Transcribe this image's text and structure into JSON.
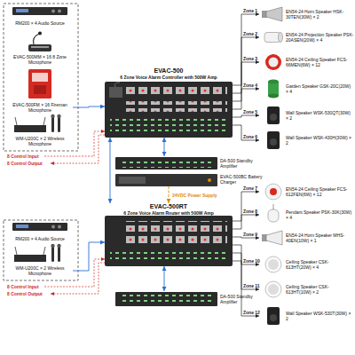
{
  "diagram": {
    "nodes": [
      {
        "text": [
          "RM200 × 4 Audio Source"
        ]
      },
      {
        "text": [
          "EVAC-500MM × 16 8 Zone Microphone"
        ]
      },
      {
        "text": [
          "EVAC-500FM × 16 Fireman Microphone"
        ]
      },
      {
        "text": [
          "WM-U200C × 2 Wireless Microphone"
        ]
      },
      {
        "text": [
          "EVAC-500",
          "6 Zone Voice Alarm Controller with 500W Amp"
        ]
      },
      {
        "text": [
          "EN54-24 Horn Speaker HSK-30TEN(30W) × 2"
        ]
      },
      {
        "text": [
          "EN54-24 Projection Speaker PSK-20ASEN(20W) × 4"
        ]
      },
      {
        "text": [
          "EN54-24 Ceiling Speaker FCS-66MEN(6W) × 12"
        ]
      },
      {
        "text": [
          "Garden Speaker GSK-20C(20W) × 4"
        ]
      },
      {
        "text": [
          "Wall Speaker WSK-530QT(30W) × 2"
        ]
      },
      {
        "text": [
          "Wall Speaker WSK-430H(30W) × 2"
        ]
      },
      {
        "text": [
          "DA-500 Standby Amplifier"
        ]
      },
      {
        "text": [
          "EVAC-500BC Battery Charger"
        ]
      },
      {
        "text": [
          "EVAC-500RT",
          "6 Zone Voice Alarm Router with 500W Amp"
        ]
      },
      {
        "text": [
          "RM200 × 4 Audio Source"
        ]
      },
      {
        "text": [
          "WM-U200C × 2 Wireless Microphone"
        ]
      },
      {
        "text": [
          "DA-500 Standby Amplifier"
        ]
      },
      {
        "text": [
          "EN54-24 Ceiling Speaker FCS-612FEN(6W) × 12"
        ]
      },
      {
        "text": [
          "Pendant Speaker PSK-30K(30W) × 4"
        ]
      },
      {
        "text": [
          "EN54-24 Horn Speaker MHS-40EN(10W) × 1"
        ]
      },
      {
        "text": [
          "Ceiling Speaker CSK-613HT(20W) × 4"
        ]
      },
      {
        "text": [
          "Ceiling Speaker CSK-613HT(10W) × 2"
        ]
      },
      {
        "text": [
          "Wall Speaker WSK-530T(30W) × 2"
        ]
      }
    ],
    "edges": [
      {
        "from": 2,
        "to": 4,
        "arrow": "to"
      },
      {
        "from": 4,
        "to": 5,
        "label": "Zone 1",
        "arrow": "to"
      },
      {
        "from": 4,
        "to": 6,
        "label": "Zone 2",
        "arrow": "to"
      },
      {
        "from": 4,
        "to": 7,
        "label": "Zone 3",
        "arrow": "to"
      },
      {
        "from": 4,
        "to": 8,
        "label": "Zone 4",
        "arrow": "to"
      },
      {
        "from": 4,
        "to": 9,
        "label": "Zone 5",
        "arrow": "to"
      },
      {
        "from": 4,
        "to": 10,
        "label": "Zone 6",
        "arrow": "to"
      },
      {
        "from": 4,
        "to": 11,
        "arrow": "both"
      },
      {
        "from": 4,
        "to": 13,
        "arrow": "both"
      },
      {
        "from": 12,
        "to": 13,
        "label": "24VDC Power Supply",
        "arrow": "to"
      },
      {
        "from": 15,
        "to": 13,
        "arrow": "to"
      },
      {
        "from": 13,
        "to": 16,
        "arrow": "both"
      },
      {
        "from": 13,
        "to": 17,
        "label": "Zone 7",
        "arrow": "to"
      },
      {
        "from": 13,
        "to": 18,
        "label": "Zone 8",
        "arrow": "to"
      },
      {
        "from": 13,
        "to": 19,
        "label": "Zone 9",
        "arrow": "to"
      },
      {
        "from": 13,
        "to": 20,
        "label": "Zone 10",
        "arrow": "to"
      },
      {
        "from": 13,
        "to": 21,
        "label": "Zone 11",
        "arrow": "to"
      },
      {
        "from": 13,
        "to": 22,
        "label": "Zone 12",
        "arrow": "to"
      }
    ],
    "labels": [
      "8 Control Input",
      "8 Control Output",
      "8 Control Input",
      "8 Control Output"
    ]
  }
}
